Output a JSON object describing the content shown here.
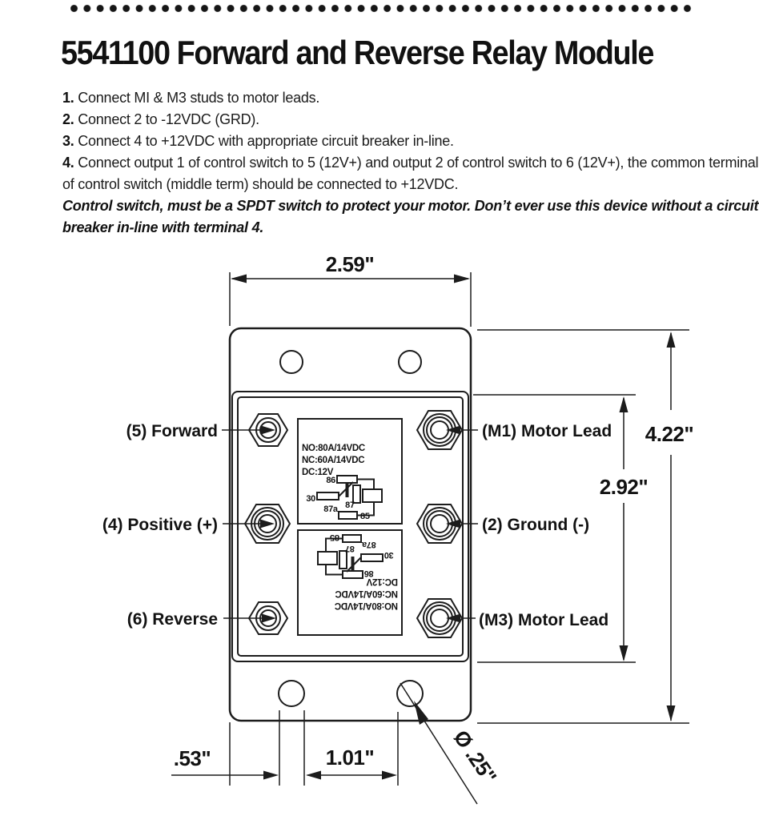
{
  "title": {
    "part_number": "5541100",
    "product_name": "Forward and Reverse Relay Module"
  },
  "instructions": {
    "steps": [
      {
        "num": "1.",
        "text": "Connect MI & M3 studs to motor leads."
      },
      {
        "num": "2.",
        "text": "Connect 2 to -12VDC (GRD)."
      },
      {
        "num": "3.",
        "text": "Connect 4 to +12VDC with appropriate circuit breaker in-line."
      },
      {
        "num": "4.",
        "text": "Connect output 1 of control switch to 5 (12V+) and output 2 of control switch to 6 (12V+), the common terminal of control switch (middle term) should be connected to +12VDC."
      }
    ],
    "warning": "Control switch, must be a SPDT switch to protect your motor. Don’t ever use this device without a circuit breaker in-line with terminal 4."
  },
  "diagram": {
    "terminals": {
      "left": [
        {
          "label": "(5) Forward"
        },
        {
          "label": "(4) Positive (+)"
        },
        {
          "label": "(6) Reverse"
        }
      ],
      "right": [
        {
          "label": "(M1) Motor Lead"
        },
        {
          "label": "(2) Ground (-)"
        },
        {
          "label": "(M3) Motor Lead"
        }
      ]
    },
    "dimensions": {
      "module_width": "2.59\"",
      "module_height": "4.22\"",
      "cover_height": "2.92\"",
      "hole_edge_offset": ".53\"",
      "hole_spacing": "1.01\"",
      "hole_diameter": "Ø .25\""
    },
    "relay": {
      "spec_no": "NO:80A/14VDC",
      "spec_nc": "NC:60A/14VDC",
      "spec_dc": "DC:12V",
      "pin_86": "86",
      "pin_30": "30",
      "pin_87a": "87a",
      "pin_87": "87",
      "pin_85": "85"
    }
  }
}
